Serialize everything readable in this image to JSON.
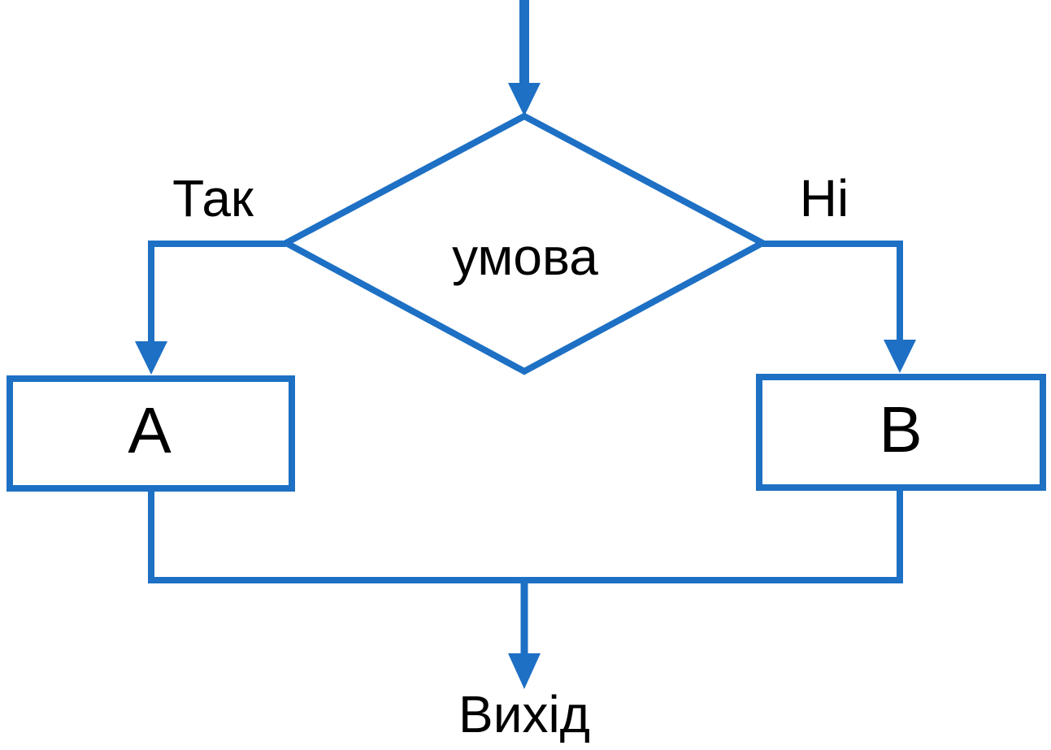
{
  "colors": {
    "line": "#1d70c4",
    "text": "#000000",
    "background": "#ffffff"
  },
  "flowchart": {
    "decision": {
      "label": "умова",
      "yes_label": "Так",
      "no_label": "Ні"
    },
    "process_a": {
      "label": "А"
    },
    "process_b": {
      "label": "В"
    },
    "exit": {
      "label": "Вихід"
    }
  }
}
